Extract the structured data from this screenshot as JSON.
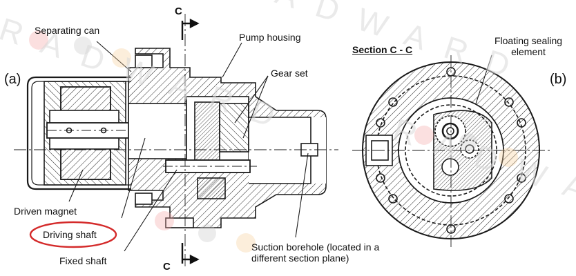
{
  "panels": {
    "left": "(a)",
    "right": "(b)"
  },
  "section_title": "Section C - C",
  "cut_marker": "C",
  "labels": {
    "separating_can": "Separating can",
    "pump_housing": "Pump housing",
    "gear_set": "Gear set",
    "floating_sealing_line1": "Floating sealing",
    "floating_sealing_line2": "element",
    "driven_magnet": "Driven magnet",
    "driving_shaft": "Driving shaft",
    "fixed_shaft": "Fixed shaft",
    "suction_line1": "Suction borehole (located in a",
    "suction_line2": "different section plane)"
  },
  "watermark_text": "RADWARD",
  "colors": {
    "highlight_ellipse": "#d42a2a",
    "line": "#1a1a1a",
    "watermark": "#d9d9d9"
  }
}
